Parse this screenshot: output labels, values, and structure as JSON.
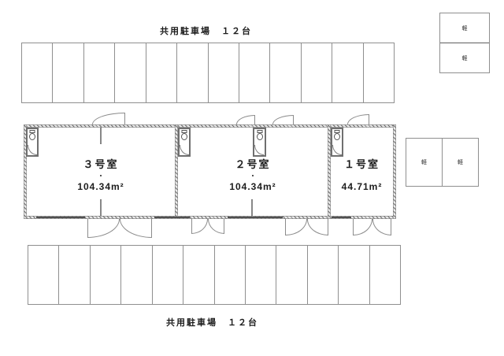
{
  "colors": {
    "line": "#8f8f8f",
    "wall": "#6f6f6f",
    "text": "#1c1c1c",
    "background": "#ffffff"
  },
  "parking_top": {
    "label": "共用駐車場　１２台",
    "stall_count": 12
  },
  "parking_bottom": {
    "label": "共用駐車場　１２台",
    "stall_count": 12
  },
  "kei_top_right": {
    "labels": [
      "軽",
      "軽"
    ]
  },
  "kei_right": {
    "labels": [
      "軽",
      "軽"
    ]
  },
  "building": {
    "units": [
      {
        "name": "３号室",
        "area": "104.34m²"
      },
      {
        "name": "２号室",
        "area": "104.34m²"
      },
      {
        "name": "１号室",
        "area": "44.71m²"
      }
    ]
  }
}
